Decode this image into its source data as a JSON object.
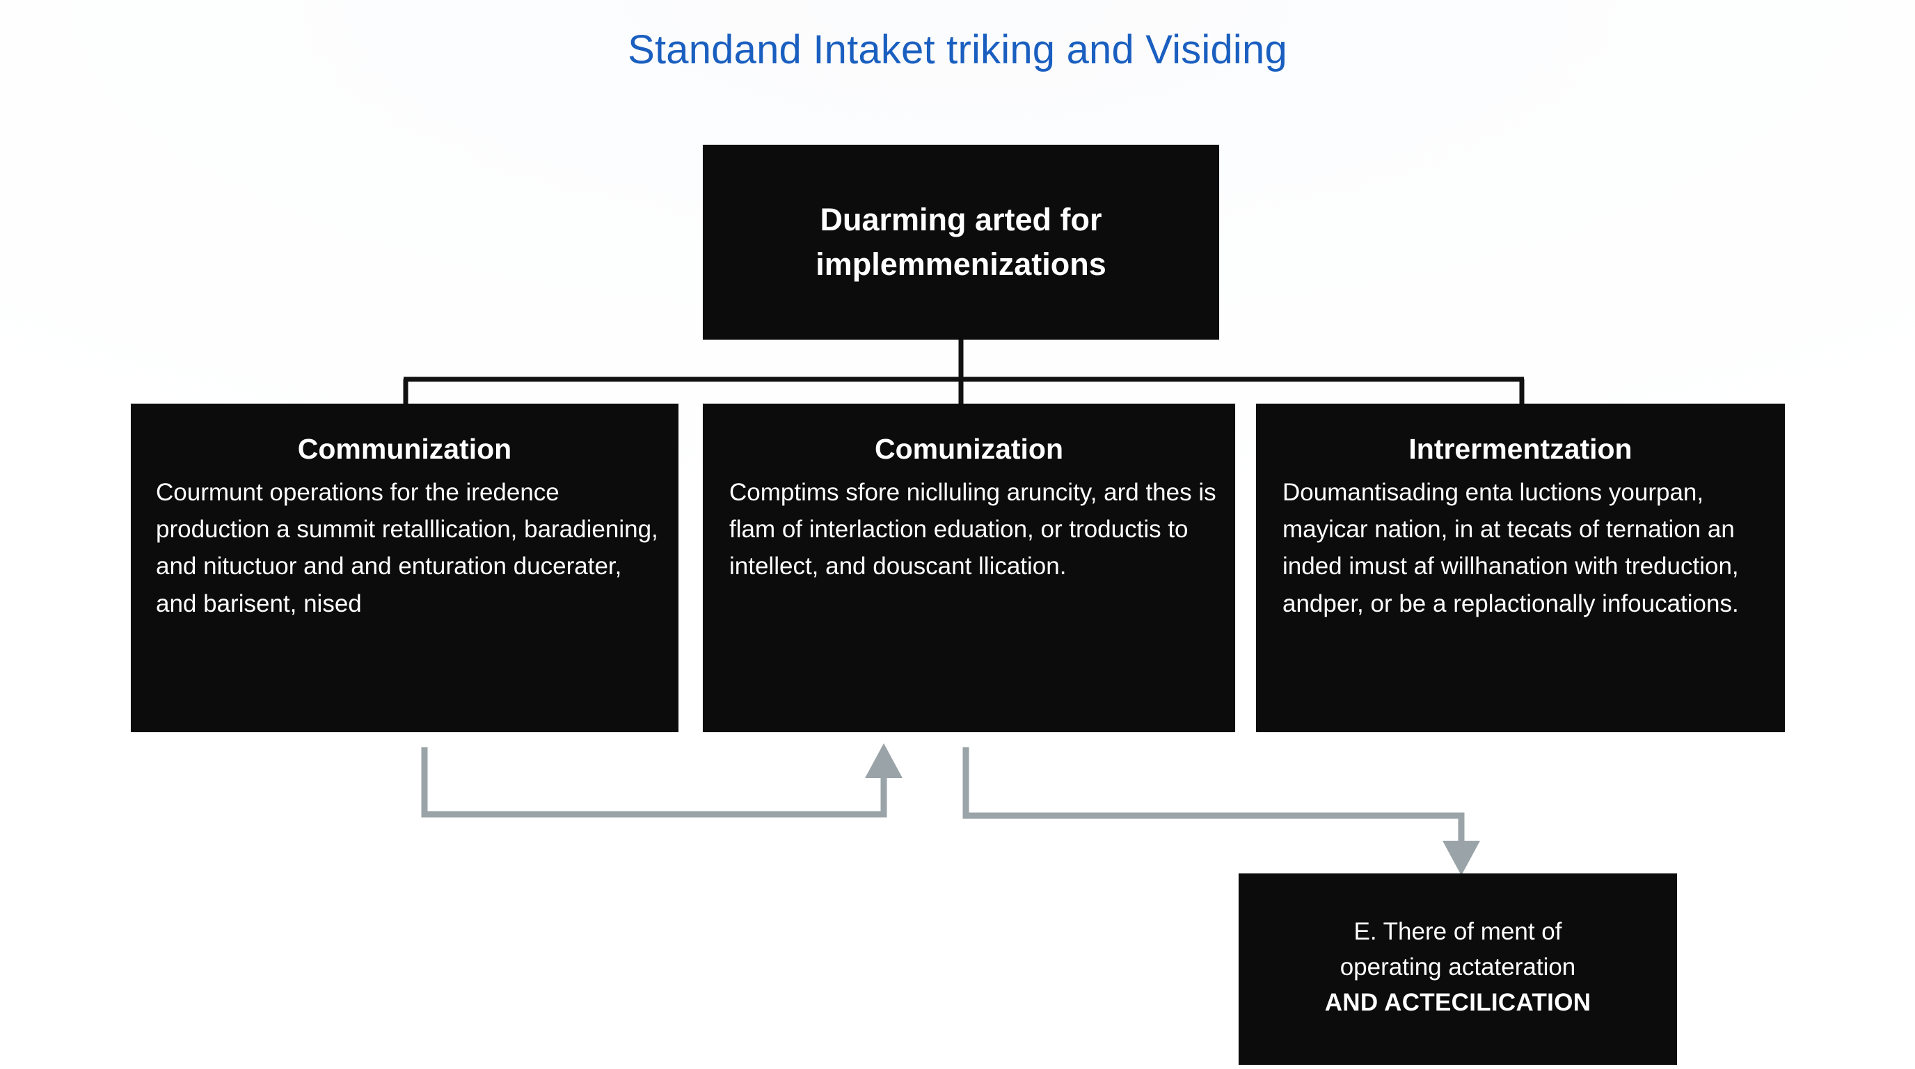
{
  "diagram": {
    "title": "Standand Intaket triking and Visiding",
    "title_color": "#1a5fc0",
    "node_fill": "#0c0c0c",
    "node_text_color": "#ffffff",
    "tree_connector_color": "#111111",
    "flow_arrow_color": "#9aa3a8",
    "background": "#ffffff",
    "root": {
      "line1": "Duarming arted for",
      "line2": "implemmenizations"
    },
    "branches": [
      {
        "title": "Communization",
        "body": "Courmunt operations for the iredence production a summit retalllication, baradiening, and nituctuor and and enturation ducerater, and barisent, nised"
      },
      {
        "title": "Comunization",
        "body": "Comptims sfore niclluling aruncity, ard thes is flam of interlaction eduation, or troductis to intellect, and douscant llication."
      },
      {
        "title": "Intrermentzation",
        "body": "Doumantisading enta luctions yourpan, mayicar nation, in at tecats of ternation an inded imust af willhanation with treduction, andper, or be a replactionally infoucations."
      }
    ],
    "outcome": {
      "line1": "E. There of ment of",
      "line2": "operating actateration",
      "line3": "AND ACTECILICATION"
    }
  }
}
